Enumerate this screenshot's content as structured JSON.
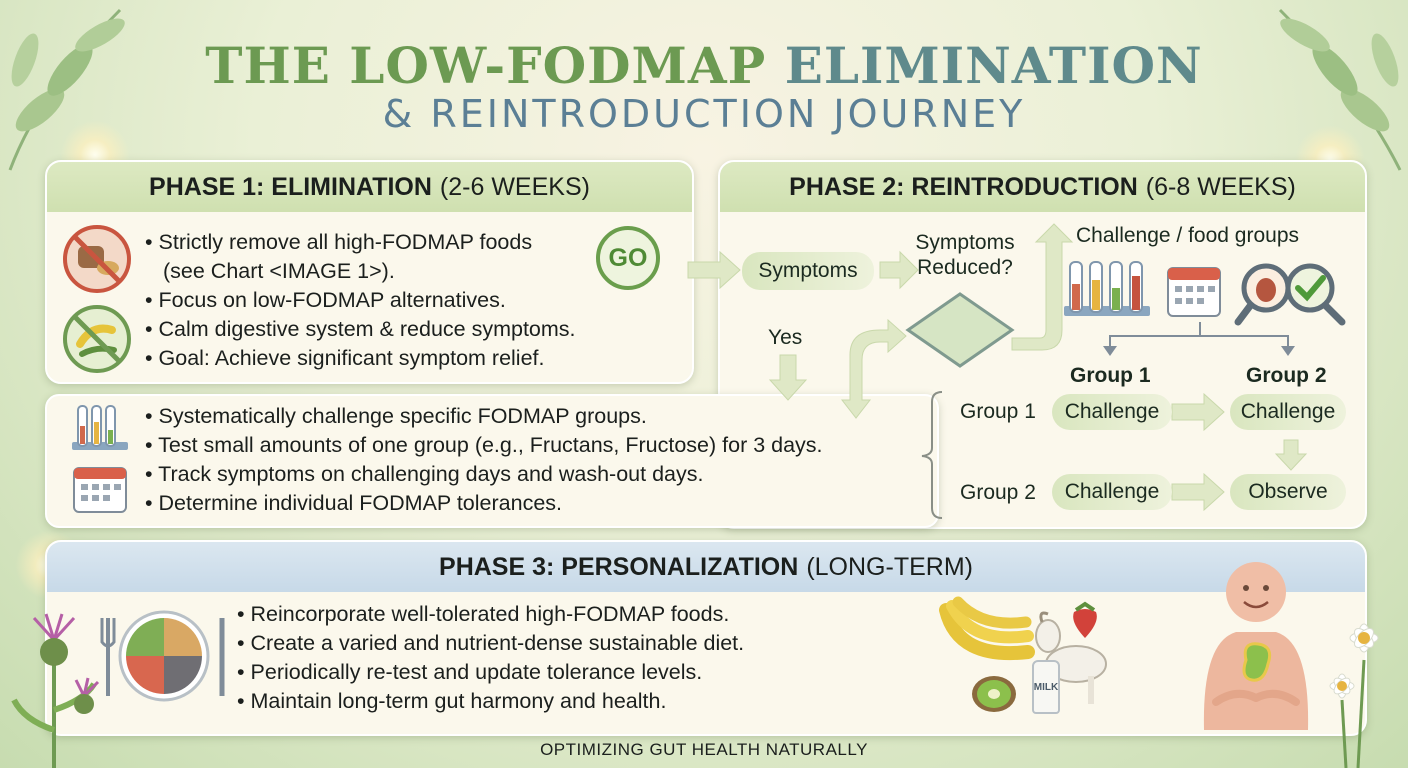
{
  "title": {
    "line1_a": "THE LOW-FODMAP",
    "line1_b": "ELIMINATION",
    "line2": "& REINTRODUCTION JOURNEY"
  },
  "phase1": {
    "heading": "PHASE 1: ELIMINATION",
    "duration": "(2-6 WEEKS)",
    "bullets": [
      "Strictly remove all high-FODMAP foods",
      "(see Chart <IMAGE 1>).",
      "Focus on low-FODMAP alternatives.",
      "Calm digestive system & reduce symptoms.",
      "Goal: Achieve significant symptom relief."
    ],
    "badge": "GO"
  },
  "phase2": {
    "heading": "PHASE 2: REINTRODUCTION",
    "duration": "(6-8 WEEKS)",
    "flow": {
      "symptoms": "Symptoms",
      "question": "Symptoms Reduced?",
      "yes": "Yes",
      "challenge_title": "Challenge / food groups",
      "group1_head": "Group 1",
      "group2_head": "Group 2",
      "row1_label": "Group 1",
      "row2_label": "Group 2",
      "challenge": "Challenge",
      "observe": "Observe"
    },
    "bullets": [
      "Systematically challenge specific FODMAP groups.",
      "Test small amounts of one group (e.g., Fructans, Fructose) for 3 days.",
      "Track symptoms on challenging days and wash-out days.",
      "Determine individual FODMAP tolerances."
    ]
  },
  "phase3": {
    "heading": "PHASE 3: PERSONALIZATION",
    "duration": "(LONG-TERM)",
    "bullets": [
      "Reincorporate well-tolerated high-FODMAP foods.",
      "Create a varied and nutrient-dense sustainable diet.",
      "Periodically re-test and update tolerance levels.",
      "Maintain long-term gut harmony and health."
    ],
    "milk_label": "MILK"
  },
  "footer": "OPTIMIZING GUT HEALTH NATURALLY",
  "colors": {
    "green": "#6c9a52",
    "blue": "#5b7f95",
    "pill": "#d9e6bf",
    "card": "#fbf8ec"
  }
}
